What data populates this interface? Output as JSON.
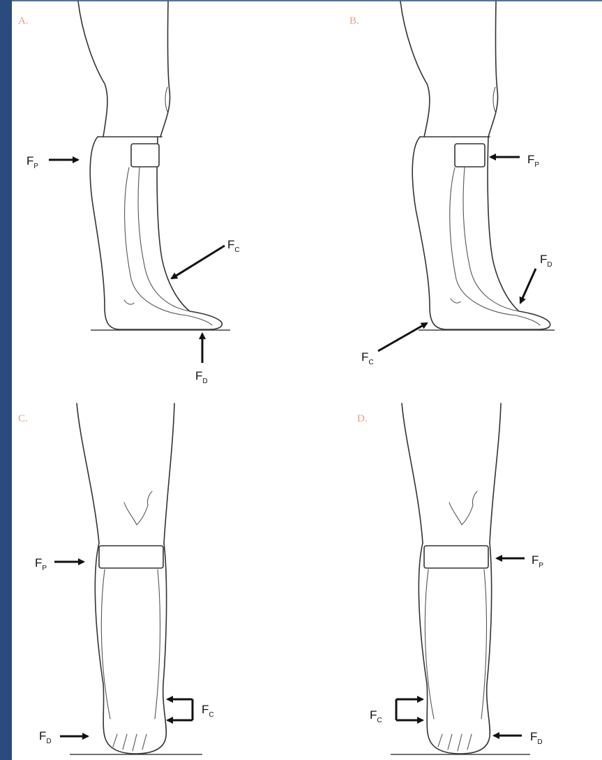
{
  "panels": [
    {
      "letter": "A.",
      "labels": [
        {
          "main": "F",
          "sub": "P"
        },
        {
          "main": "F",
          "sub": "C"
        },
        {
          "main": "F",
          "sub": "D"
        }
      ]
    },
    {
      "letter": "B.",
      "labels": [
        {
          "main": "F",
          "sub": "P"
        },
        {
          "main": "F",
          "sub": "D"
        },
        {
          "main": "F",
          "sub": "C"
        }
      ]
    },
    {
      "letter": "C.",
      "labels": [
        {
          "main": "F",
          "sub": "P"
        },
        {
          "main": "F",
          "sub": "C"
        },
        {
          "main": "F",
          "sub": "D"
        }
      ]
    },
    {
      "letter": "D.",
      "labels": [
        {
          "main": "F",
          "sub": "P"
        },
        {
          "main": "F",
          "sub": "C"
        },
        {
          "main": "F",
          "sub": "D"
        }
      ]
    }
  ],
  "colors": {
    "frame_bar": "#2b4a7d",
    "panel_letter": "#e8a080",
    "line": "#333333",
    "arrow": "#111111"
  }
}
